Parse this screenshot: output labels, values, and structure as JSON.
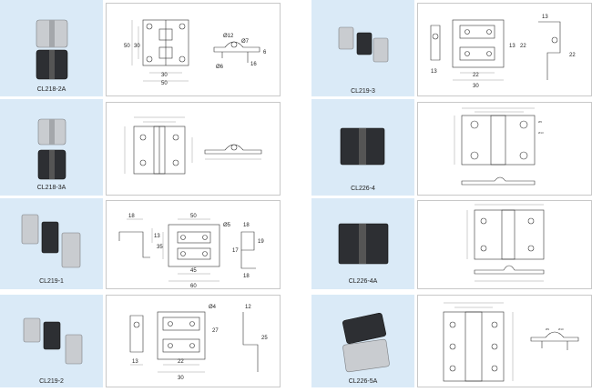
{
  "products": [
    {
      "model": "CL218-2A",
      "dims": [
        "50",
        "30",
        "30",
        "50",
        "Ø12",
        "Ø7",
        "Ø6",
        "16",
        "6"
      ]
    },
    {
      "model": "CL218-3A"
    },
    {
      "model": "CL219-1",
      "dims": [
        "18",
        "13",
        "50",
        "Ø5",
        "35",
        "45",
        "60",
        "19",
        "17",
        "18",
        "18"
      ]
    },
    {
      "model": "CL219-2",
      "dims": [
        "Ø4",
        "13",
        "22",
        "30",
        "27",
        "12",
        "25"
      ]
    },
    {
      "model": "CL219-3",
      "dims": [
        "13",
        "22",
        "13",
        "22",
        "30",
        "13",
        "22"
      ]
    },
    {
      "model": "CL226-4"
    },
    {
      "model": "CL226-4A"
    },
    {
      "model": "CL226-5A"
    }
  ],
  "colors": {
    "photo_bg": "#daeaf7",
    "border": "#c8c8c8"
  }
}
